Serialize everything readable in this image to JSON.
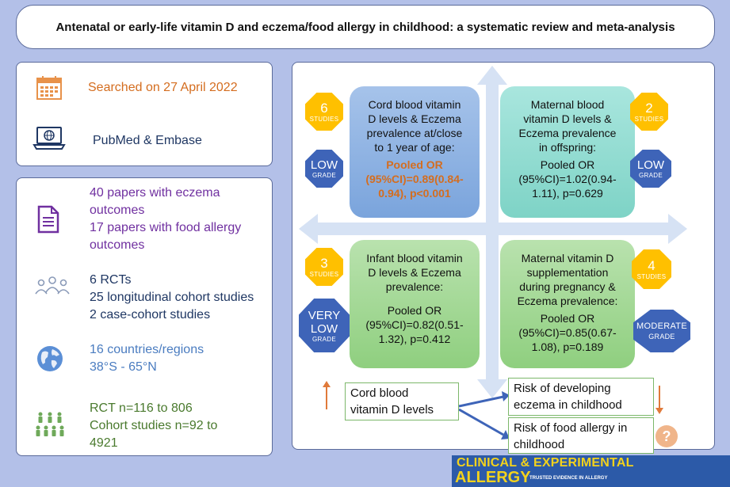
{
  "title": "Antenatal or early-life vitamin D and eczema/food allergy in childhood: a systematic review and meta-analysis",
  "search": {
    "date": "Searched on 27 April 2022",
    "databases": "PubMed & Embase"
  },
  "papers": {
    "eczema": [
      "40 papers with eczema",
      "outcomes"
    ],
    "food_allergy": [
      "17 papers with food allergy",
      "outcomes"
    ]
  },
  "designs": [
    "6 RCTs",
    "25 longitudinal cohort studies",
    "2 case-cohort studies"
  ],
  "countries": [
    "16 countries/regions",
    "38°S - 65°N"
  ],
  "sample_sizes": [
    "RCT n=116 to 806",
    "Cohort studies n=92 to",
    "4921"
  ],
  "quadrants": {
    "top_left": {
      "heading": [
        "Cord blood vitamin",
        "D levels & Eczema",
        "prevalence at/close",
        "to 1 year of age:"
      ],
      "result": [
        "Pooled OR",
        "(95%CI)=0.89(0.84-",
        "0.94), p<0.001"
      ],
      "studies_count": "6",
      "studies_label": "STUDIES",
      "grade_top": "LOW",
      "grade_bottom": "GRADE"
    },
    "top_right": {
      "heading": [
        "Maternal blood",
        "vitamin D levels &",
        "Eczema prevalence",
        "in offspring:"
      ],
      "result": [
        "Pooled OR",
        "(95%CI)=1.02(0.94-",
        "1.11), p=0.629"
      ],
      "studies_count": "2",
      "studies_label": "STUDIES",
      "grade_top": "LOW",
      "grade_bottom": "GRADE"
    },
    "bottom_left": {
      "heading": [
        "Infant blood vitamin",
        "D levels & Eczema",
        "prevalence:"
      ],
      "result": [
        "Pooled OR",
        "(95%CI)=0.82(0.51-",
        "1.32), p=0.412"
      ],
      "studies_count": "3",
      "studies_label": "STUDIES",
      "grade_top": "VERY",
      "grade_mid": "LOW",
      "grade_bottom": "GRADE"
    },
    "bottom_right": {
      "heading": [
        "Maternal vitamin D",
        "supplementation",
        "during pregnancy &",
        "Eczema prevalence:"
      ],
      "result": [
        "Pooled OR",
        "(95%CI)=0.85(0.67-",
        "1.08), p=0.189"
      ],
      "studies_count": "4",
      "studies_label": "STUDIES",
      "grade_top": "MODERATE",
      "grade_bottom": "GRADE"
    }
  },
  "summary": {
    "exposure": [
      "Cord blood",
      "vitamin D levels"
    ],
    "outcome_eczema": [
      "Risk of developing",
      "eczema in childhood"
    ],
    "outcome_food": [
      "Risk of food allergy in",
      "childhood"
    ],
    "unknown_symbol": "?"
  },
  "brand": {
    "line1": "CLINICAL & EXPERIMENTAL",
    "line2": "ALLERGY",
    "tagline": "TRUSTED EVIDENCE IN ALLERGY"
  },
  "colors": {
    "background": "#b3c0e8",
    "orange": "#d46d1f",
    "purple": "#7030a0",
    "navy": "#1f3763",
    "light_blue": "#4a7cc0",
    "green": "#4a7a2e",
    "badge_yellow": "#ffc000",
    "badge_blue": "#3e64b8",
    "brand_yellow": "#f3d21c"
  }
}
